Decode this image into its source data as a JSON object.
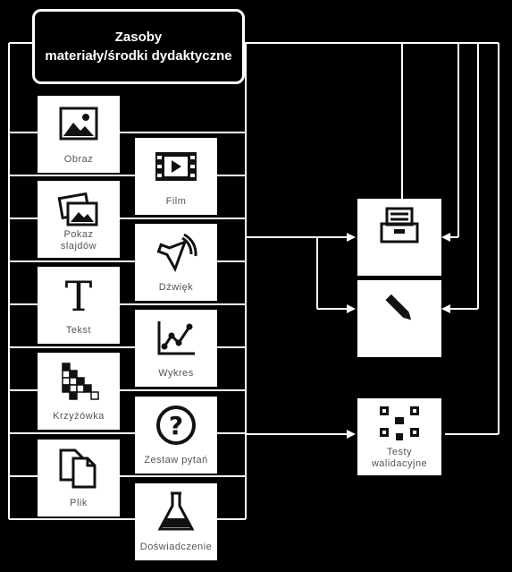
{
  "header": {
    "line1": "Zasoby",
    "line2": "materiały/środki dydaktyczne"
  },
  "resources": [
    {
      "label": "Obraz",
      "icon": "image-icon"
    },
    {
      "label": "Film",
      "icon": "film-icon"
    },
    {
      "label": "Pokaz\nslajdów",
      "icon": "slideshow-icon"
    },
    {
      "label": "Dźwięk",
      "icon": "speaker-icon"
    },
    {
      "label": "Tekst",
      "icon": "text-icon"
    },
    {
      "label": "Wykres",
      "icon": "chart-icon"
    },
    {
      "label": "Krzyżówka",
      "icon": "crossword-icon"
    },
    {
      "label": "Zestaw pytań",
      "icon": "question-icon"
    },
    {
      "label": "Plik",
      "icon": "file-icon"
    },
    {
      "label": "Doświadczenie",
      "icon": "flask-icon"
    }
  ],
  "outputs": [
    {
      "label": "",
      "icon": "archive-icon"
    },
    {
      "label": "",
      "icon": "pencil-icon"
    },
    {
      "label": "Testy\nwalidacyjne",
      "icon": "qr-tests-icon"
    }
  ],
  "colors": {
    "background": "#000000",
    "line": "#ffffff",
    "tile": "#ffffff",
    "icon": "#111111",
    "label": "#555555"
  }
}
